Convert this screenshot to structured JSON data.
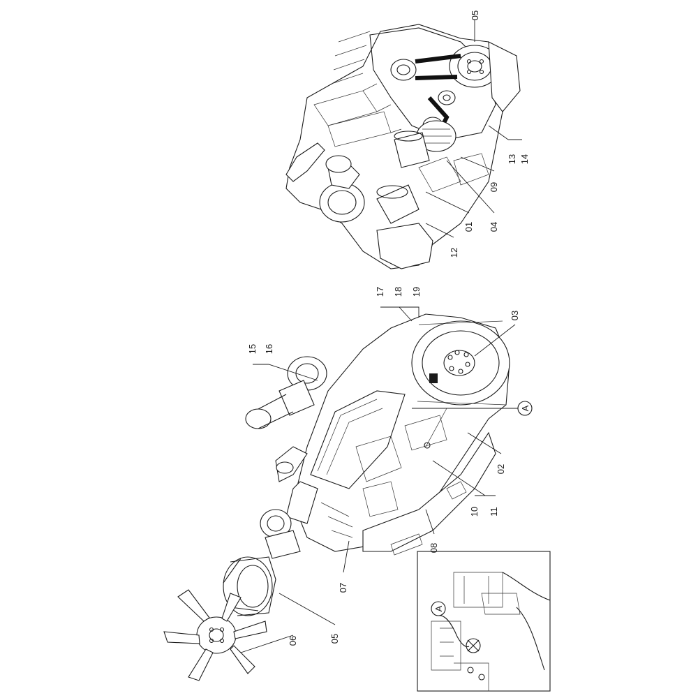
{
  "callouts": {
    "c01": "01",
    "c02": "02",
    "c03": "03",
    "c04": "04",
    "c05_top": "05",
    "c05_bottom": "05",
    "c06": "06",
    "c07": "07",
    "c08": "08",
    "c09": "09",
    "c10": "10",
    "c11": "11",
    "c12": "12",
    "c13": "13",
    "c14": "14",
    "c15": "15",
    "c16": "16",
    "c17": "17",
    "c18": "18",
    "c19": "19",
    "ref_a_main": "A",
    "ref_a_detail": "A"
  },
  "colors": {
    "line": "#1a1a1a",
    "background": "#ffffff"
  }
}
